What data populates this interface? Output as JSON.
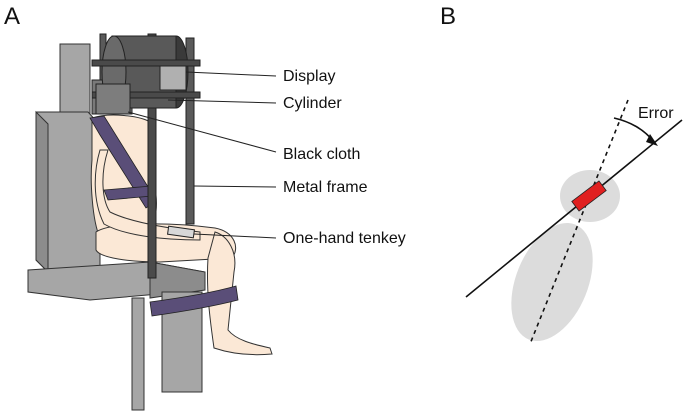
{
  "panels": {
    "a": {
      "letter": "A",
      "labels": {
        "display": "Display",
        "cylinder": "Cylinder",
        "black_cloth": "Black cloth",
        "metal_frame": "Metal frame",
        "tenkey": "One-hand tenkey"
      }
    },
    "b": {
      "letter": "B",
      "labels": {
        "error": "Error"
      }
    }
  },
  "colors": {
    "chair": "#a6a6a6",
    "chair_dark": "#8c8c8c",
    "skin": "#fbe8d6",
    "strap": "#5a4e78",
    "frame": "#4a4a4a",
    "shape_b": "#dcdcdc",
    "marker": "#e02020"
  }
}
